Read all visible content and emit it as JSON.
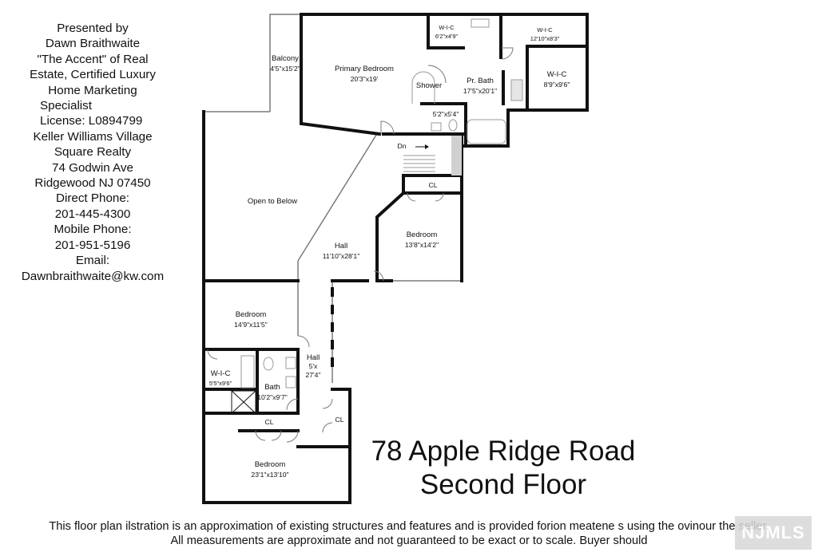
{
  "agent": {
    "lines": [
      "Presented by",
      "Dawn Braithwaite",
      "\"The Accent\" of Real",
      "Estate, Certified Luxury",
      "Home Marketing",
      "Specialist",
      "License: L0894799",
      "Keller Williams Village",
      "Square Realty",
      "74 Godwin Ave",
      "Ridgewood NJ 07450",
      "Direct Phone:",
      "201-445-4300",
      "Mobile Phone:",
      "201-951-5196",
      "Email:",
      "Dawnbraithwaite@kw.com"
    ]
  },
  "rooms": {
    "balcony": {
      "name": "Balcony",
      "size": "4'5\"x15'2\""
    },
    "primary_bedroom": {
      "name": "Primary Bedroom",
      "size": "20'3\"x19'"
    },
    "wic_1": {
      "name": "W-I-C",
      "size": "6'2\"x4'9\""
    },
    "wic_2": {
      "name": "W-I-C",
      "size": "12'10\"x8'3\""
    },
    "wic_3": {
      "name": "W-I-C",
      "size": "8'9\"x9'6\""
    },
    "shower": {
      "name": "Shower"
    },
    "pr_bath": {
      "name": "Pr. Bath",
      "size": "17'5\"x20'1\""
    },
    "wc": {
      "size": "5'2\"x5'4\""
    },
    "stairs": {
      "label": "Dn"
    },
    "open_to_below": {
      "name": "Open to Below"
    },
    "closet_1": {
      "name": "CL"
    },
    "bedroom_2": {
      "name": "Bedroom",
      "size": "13'8\"x14'2\""
    },
    "hall_1": {
      "name": "Hall",
      "size": "11'10\"x28'1\""
    },
    "bedroom_3": {
      "name": "Bedroom",
      "size": "14'9\"x11'5\""
    },
    "hall_2": {
      "name": "Hall",
      "size_a": "5'x",
      "size_b": "27'4\""
    },
    "wic_4": {
      "name": "W-I-C",
      "size": "5'5\"x9'6\""
    },
    "bath": {
      "name": "Bath",
      "size": "10'2\"x9'7\""
    },
    "closet_2": {
      "name": "CL"
    },
    "closet_3": {
      "name": "CL"
    },
    "bedroom_4": {
      "name": "Bedroom",
      "size": "23'1\"x13'10\""
    }
  },
  "address": {
    "line1": "78 Apple Ridge Road",
    "line2": "Second Floor"
  },
  "disclaimer": {
    "line1": "This floor plan ilstration is an approximation of existing structures and features and is provided forion meatene s using the ovinour the seller.",
    "line2": "All measurements are approximate and not guaranteed to be exact or to scale. Buyer should"
  },
  "watermark": {
    "text": "NJMLS"
  },
  "colors": {
    "wall": "#111111",
    "thin_wall": "#7a7a7a",
    "fixture": "#9a9a9a",
    "shade": "#d0d0d0",
    "background": "#ffffff"
  }
}
